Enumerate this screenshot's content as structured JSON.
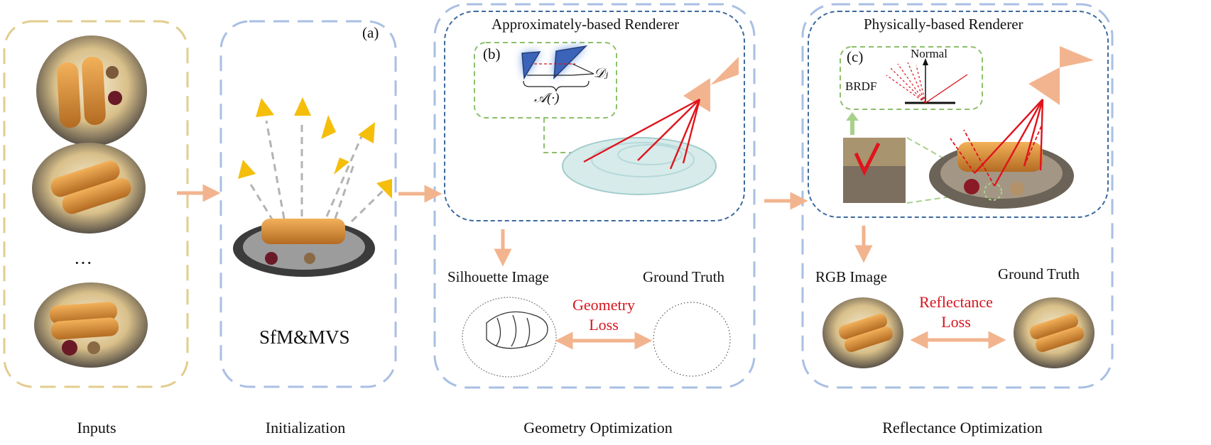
{
  "panels": {
    "inputs": {
      "caption": "Inputs",
      "ellipsis": "···"
    },
    "initialization": {
      "caption": "Initialization",
      "tag": "(a)",
      "method": "SfM&MVS"
    },
    "geometry": {
      "caption": "Geometry Optimization",
      "renderer_title": "Approximately-based Renderer",
      "tag": "(b)",
      "math_dj": "𝒟ⱼ",
      "math_a": "𝒜(·)",
      "output_left": "Silhouette Image",
      "output_right": "Ground Truth",
      "loss_line1": "Geometry",
      "loss_line2": "Loss"
    },
    "reflectance": {
      "caption": "Reflectance Optimization",
      "renderer_title": "Physically-based Renderer",
      "tag": "(c)",
      "normal_label": "Normal",
      "brdf_label": "BRDF",
      "output_left": "RGB Image",
      "output_right": "Ground Truth",
      "loss_line1": "Reflectance",
      "loss_line2": "Loss"
    }
  },
  "colors": {
    "inputs_border": "#e2cd8e",
    "panel_border": "#a9bfe3",
    "renderer_border": "#3d6a9e",
    "inset_border": "#8cc06b",
    "arrow": "#f2b48e",
    "camera": "#f2b48e",
    "ray": "#e0141c",
    "cone": "#f5be0b",
    "loss_text": "#d8141c"
  },
  "icons": [
    "plate-food-image",
    "camera-cone-icon",
    "camera-frustum-icon",
    "point-cloud-image",
    "silhouette-image"
  ]
}
